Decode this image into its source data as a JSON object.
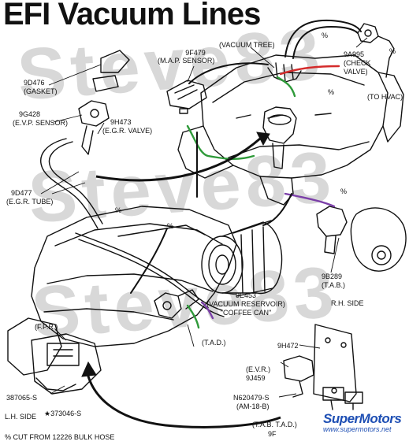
{
  "title": "EFI Vacuum Lines",
  "watermark": "Steve83",
  "colors": {
    "line": "#111111",
    "vacuum_green": "#2f9a3a",
    "vacuum_red": "#d42b2b",
    "vacuum_purple": "#7b3fa8",
    "watermark": "#d8d8d8",
    "logo_blue": "#1e4fb4"
  },
  "labels": {
    "map_part": "9F479",
    "map_name": "(M.A.P. SENSOR)",
    "vacuum_tree": "(VACUUM TREE)",
    "check_part": "9A995",
    "check_name1": "(CHECK",
    "check_name2": "VALVE)",
    "to_hvac": "(TO HVAC)",
    "gasket_part": "9D476",
    "gasket_name": "(GASKET)",
    "evp_part": "9G428",
    "evp_name": "(E.V.P. SENSOR)",
    "egr_part": "9H473",
    "egr_name": "(E.G.R. VALVE)",
    "egr_tube_part": "9D477",
    "egr_tube_name": "(E.G.R. TUBE)",
    "pct": "%",
    "reservoir_part": "9E453",
    "reservoir_name": "(VACUUM RESERVOIR)",
    "reservoir_nick": "\"COFFEE  CAN\"",
    "tab_part": "9B289",
    "tab_name": "(T.A.B.)",
    "rh_side": "R.H. SIDE",
    "fpr": "(F.P.R.)",
    "tad": "(T.A.D.)",
    "bracket_part": "9H472",
    "evr_name": "(E.V.R.)",
    "evr_part": "9J459",
    "nut_part": "N620479-S",
    "nut_name": "(AM-18-B)",
    "tab_tad": "(T.A.B. T.A.D.)",
    "tab_tad_part": "9F",
    "screw_part": "387065-S",
    "lh_side": "L.H. SIDE",
    "star_part": "★373046-S",
    "footnote": "% CUT FROM 12226 BULK HOSE",
    "logo": "SuperMotors",
    "url": "www.supermotors.net"
  }
}
